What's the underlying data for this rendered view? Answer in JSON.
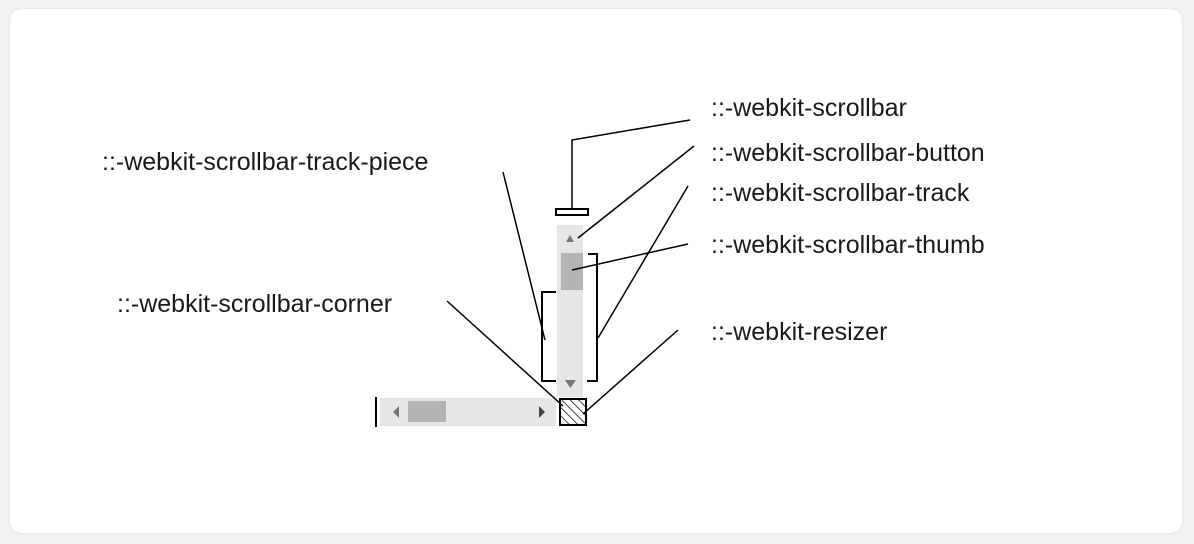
{
  "labels": {
    "scrollbar": "::-webkit-scrollbar",
    "button": "::-webkit-scrollbar-button",
    "track": "::-webkit-scrollbar-track",
    "thumb": "::-webkit-scrollbar-thumb",
    "track_piece": "::-webkit-scrollbar-track-piece",
    "corner": "::-webkit-scrollbar-corner",
    "resizer": "::-webkit-resizer"
  },
  "colors": {
    "track": "#e6e6e6",
    "thumb": "#b4b4b4",
    "arrow": "#777777",
    "line": "#000000"
  },
  "icons": {
    "up_arrow": "triangle-up-icon",
    "down_arrow": "triangle-down-icon",
    "left_arrow": "triangle-left-icon",
    "right_arrow": "triangle-right-icon",
    "corner": "hatched-square-icon"
  }
}
